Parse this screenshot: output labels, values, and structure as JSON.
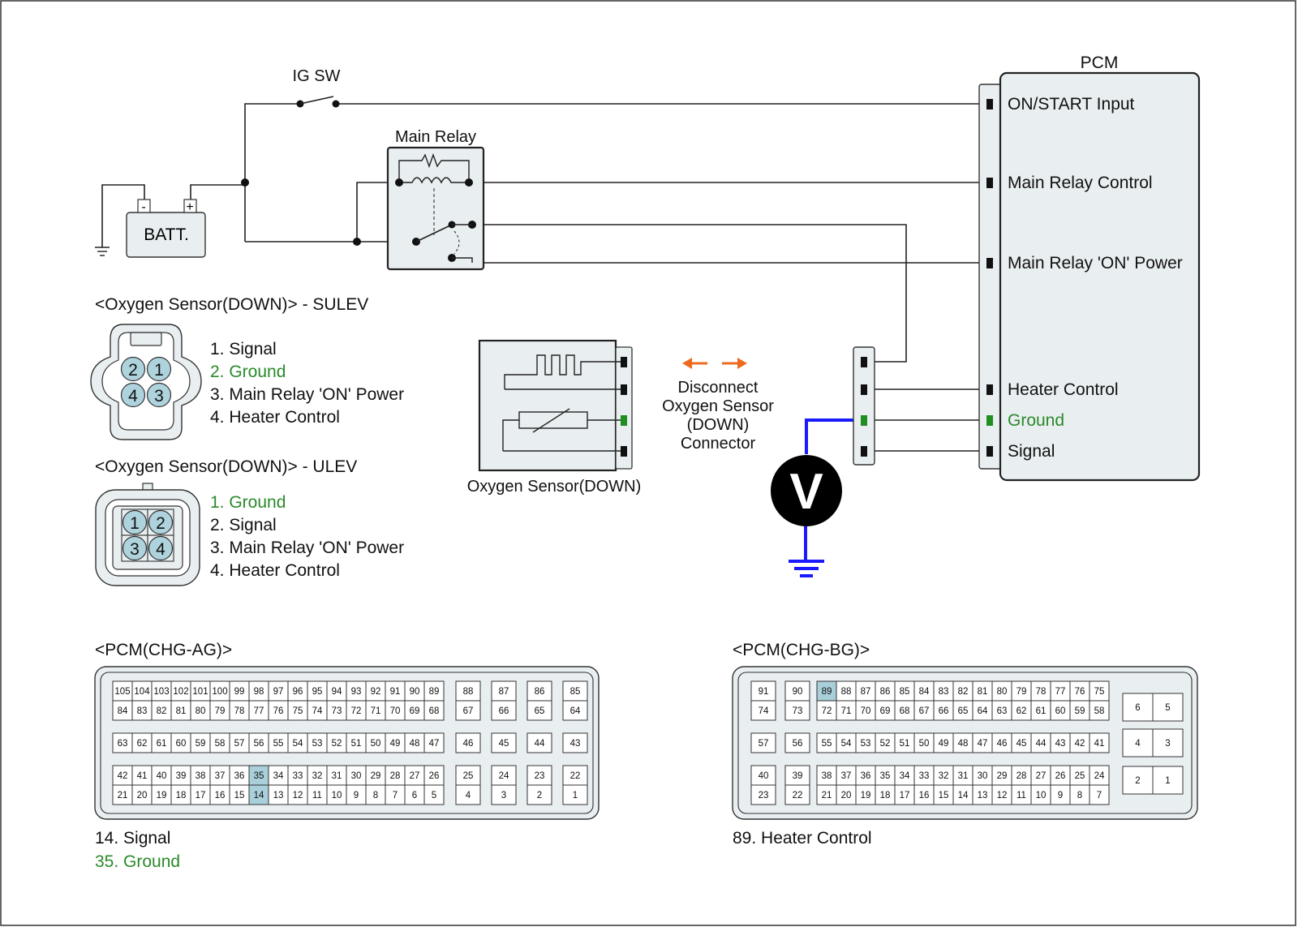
{
  "colors": {
    "wire": "#222222",
    "probe_wire": "#1a1aff",
    "ground_text": "#2a8a2a",
    "panel_fill": "#e9eef0",
    "pin_fill": "#aed3dd",
    "highlight_pin": "#a9cfdb",
    "arrow": "#ee6a1e",
    "meter": "#000000"
  },
  "labels": {
    "ig_sw": "IG SW",
    "main_relay": "Main Relay",
    "battery": "BATT.",
    "battery_minus": "-",
    "battery_plus": "+",
    "pcm": "PCM",
    "sensor_box": "Oxygen Sensor(DOWN)",
    "disconnect_lines": [
      "Disconnect",
      "Oxygen Sensor",
      "(DOWN)",
      "Connector"
    ],
    "meter": "V"
  },
  "pcm_terminals": [
    {
      "label": "ON/START Input",
      "ground": false
    },
    {
      "label": "Main Relay Control",
      "ground": false
    },
    {
      "label": "Main Relay 'ON' Power",
      "ground": false
    },
    {
      "label": "Heater Control",
      "ground": false
    },
    {
      "label": "Ground",
      "ground": true
    },
    {
      "label": "Signal",
      "ground": false
    }
  ],
  "sulev": {
    "title": "<Oxygen Sensor(DOWN)> - SULEV",
    "pins": [
      "2",
      "1",
      "4",
      "3"
    ],
    "legend": [
      {
        "text": "1. Signal",
        "ground": false
      },
      {
        "text": "2. Ground",
        "ground": true
      },
      {
        "text": "3. Main Relay 'ON' Power",
        "ground": false
      },
      {
        "text": "4. Heater Control",
        "ground": false
      }
    ]
  },
  "ulev": {
    "title": "<Oxygen Sensor(DOWN)> - ULEV",
    "pins": [
      "1",
      "2",
      "3",
      "4"
    ],
    "legend": [
      {
        "text": "1. Ground",
        "ground": true
      },
      {
        "text": "2. Signal",
        "ground": false
      },
      {
        "text": "3. Main Relay 'ON' Power",
        "ground": false
      },
      {
        "text": "4. Heater Control",
        "ground": false
      }
    ]
  },
  "pcm_ag": {
    "title": "<PCM(CHG-AG)>",
    "highlight": [
      "14",
      "35"
    ],
    "main_rows": [
      [
        "105",
        "104",
        "103",
        "102",
        "101",
        "100",
        "99",
        "98",
        "97",
        "96",
        "95",
        "94",
        "93",
        "92",
        "91",
        "90",
        "89"
      ],
      [
        "84",
        "83",
        "82",
        "81",
        "80",
        "79",
        "78",
        "77",
        "76",
        "75",
        "74",
        "73",
        "72",
        "71",
        "70",
        "69",
        "68"
      ],
      [
        "63",
        "62",
        "61",
        "60",
        "59",
        "58",
        "57",
        "56",
        "55",
        "54",
        "53",
        "52",
        "51",
        "50",
        "49",
        "48",
        "47"
      ],
      [
        "42",
        "41",
        "40",
        "39",
        "38",
        "37",
        "36",
        "35",
        "34",
        "33",
        "32",
        "31",
        "30",
        "29",
        "28",
        "27",
        "26"
      ],
      [
        "21",
        "20",
        "19",
        "18",
        "17",
        "16",
        "15",
        "14",
        "13",
        "12",
        "11",
        "10",
        "9",
        "8",
        "7",
        "6",
        "5"
      ]
    ],
    "right_columns": [
      [
        "88",
        "67",
        "46",
        "25",
        "4"
      ],
      [
        "87",
        "66",
        "45",
        "24",
        "3"
      ],
      [
        "86",
        "65",
        "44",
        "23",
        "2"
      ],
      [
        "85",
        "64",
        "43",
        "22",
        "1"
      ]
    ],
    "legend": [
      {
        "text": "14. Signal",
        "ground": false
      },
      {
        "text": "35. Ground",
        "ground": true
      }
    ]
  },
  "pcm_bg": {
    "title": "<PCM(CHG-BG)>",
    "highlight": [
      "89"
    ],
    "left_columns": [
      [
        "91",
        "74",
        "57",
        "40",
        "23"
      ],
      [
        "90",
        "73",
        "56",
        "39",
        "22"
      ]
    ],
    "main_rows": [
      [
        "89",
        "88",
        "87",
        "86",
        "85",
        "84",
        "83",
        "82",
        "81",
        "80",
        "79",
        "78",
        "77",
        "76",
        "75"
      ],
      [
        "72",
        "71",
        "70",
        "69",
        "68",
        "67",
        "66",
        "65",
        "64",
        "63",
        "62",
        "61",
        "60",
        "59",
        "58"
      ],
      [
        "55",
        "54",
        "53",
        "52",
        "51",
        "50",
        "49",
        "48",
        "47",
        "46",
        "45",
        "44",
        "43",
        "42",
        "41"
      ],
      [
        "38",
        "37",
        "36",
        "35",
        "34",
        "33",
        "32",
        "31",
        "30",
        "29",
        "28",
        "27",
        "26",
        "25",
        "24"
      ],
      [
        "21",
        "20",
        "19",
        "18",
        "17",
        "16",
        "15",
        "14",
        "13",
        "12",
        "11",
        "10",
        "9",
        "8",
        "7"
      ]
    ],
    "side_blocks": [
      [
        "6",
        "5"
      ],
      [
        "4",
        "3"
      ],
      [
        "2",
        "1"
      ]
    ],
    "legend": [
      {
        "text": "89. Heater Control",
        "ground": false
      }
    ]
  }
}
